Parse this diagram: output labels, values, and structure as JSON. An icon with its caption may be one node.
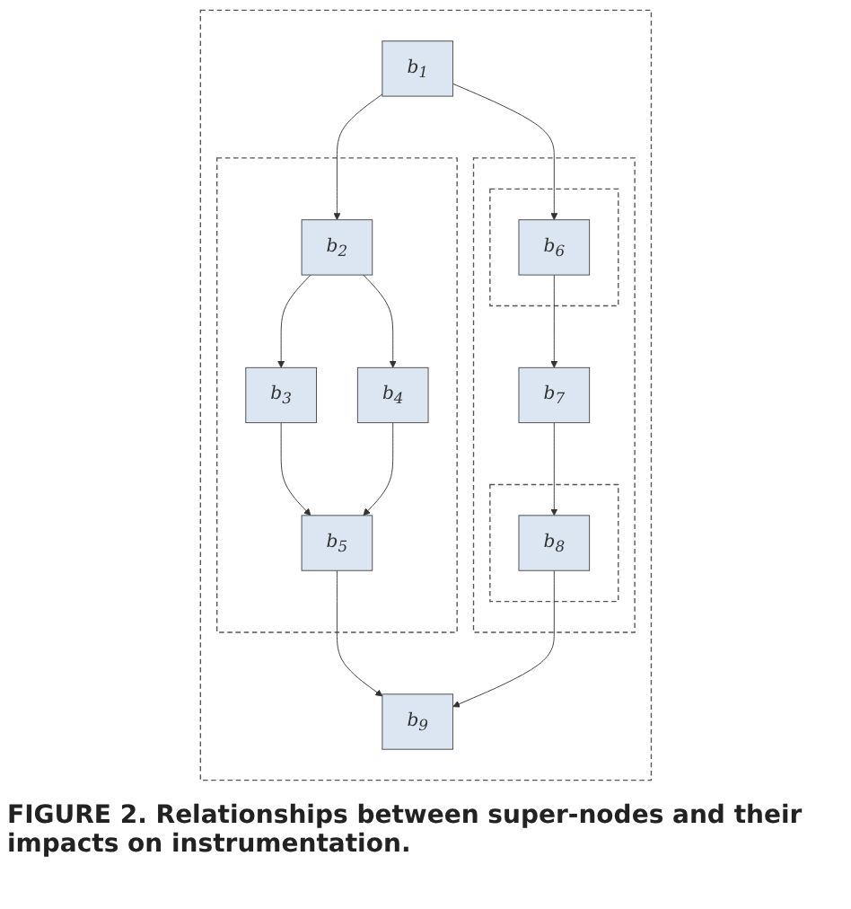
{
  "diagram": {
    "caption": "FIGURE 2. Relationships between super-nodes and their impacts on instrumentation.",
    "nodes": [
      {
        "text": [],
        "shape": "box"
      },
      {
        "text": [
          "b$_{1}$"
        ],
        "in": 0
      },
      {
        "text": [],
        "shape": "box",
        "in": 0
      },
      {
        "text": [
          "b$_{2}$"
        ],
        "in": 2
      },
      {
        "text": [
          "b$_{3}$"
        ],
        "in": 2
      },
      {
        "text": [
          "b$_{4}$"
        ],
        "in": 2
      },
      {
        "text": [
          "b$_{5}$"
        ],
        "in": 2
      },
      {
        "text": [],
        "shape": "box",
        "in": 0
      },
      {
        "text": [],
        "shape": "box",
        "in": 7
      },
      {
        "text": [
          "b$_{6}$"
        ],
        "in": 8
      },
      {
        "text": [],
        "shape": "box",
        "in": 7
      },
      {
        "text": [
          "b$_{7}$"
        ],
        "in": 7
      },
      {
        "text": [
          "b$_{8}$"
        ],
        "in": 10
      },
      {
        "text": [
          "b$_{9}$"
        ],
        "in": 0
      }
    ],
    "edges": [
      {
        "from": 1,
        "to": 3,
        "arrow": "to"
      },
      {
        "from": 1,
        "to": 9,
        "arrow": "to"
      },
      {
        "from": 3,
        "to": 4,
        "arrow": "to"
      },
      {
        "from": 3,
        "to": 5,
        "arrow": "to"
      },
      {
        "from": 4,
        "to": 6,
        "arrow": "to"
      },
      {
        "from": 5,
        "to": 6,
        "arrow": "to"
      },
      {
        "from": 9,
        "to": 11,
        "arrow": "to"
      },
      {
        "from": 11,
        "to": 12,
        "arrow": "to"
      },
      {
        "from": 6,
        "to": 13,
        "arrow": "to"
      },
      {
        "from": 12,
        "to": 13,
        "arrow": "to"
      }
    ]
  }
}
